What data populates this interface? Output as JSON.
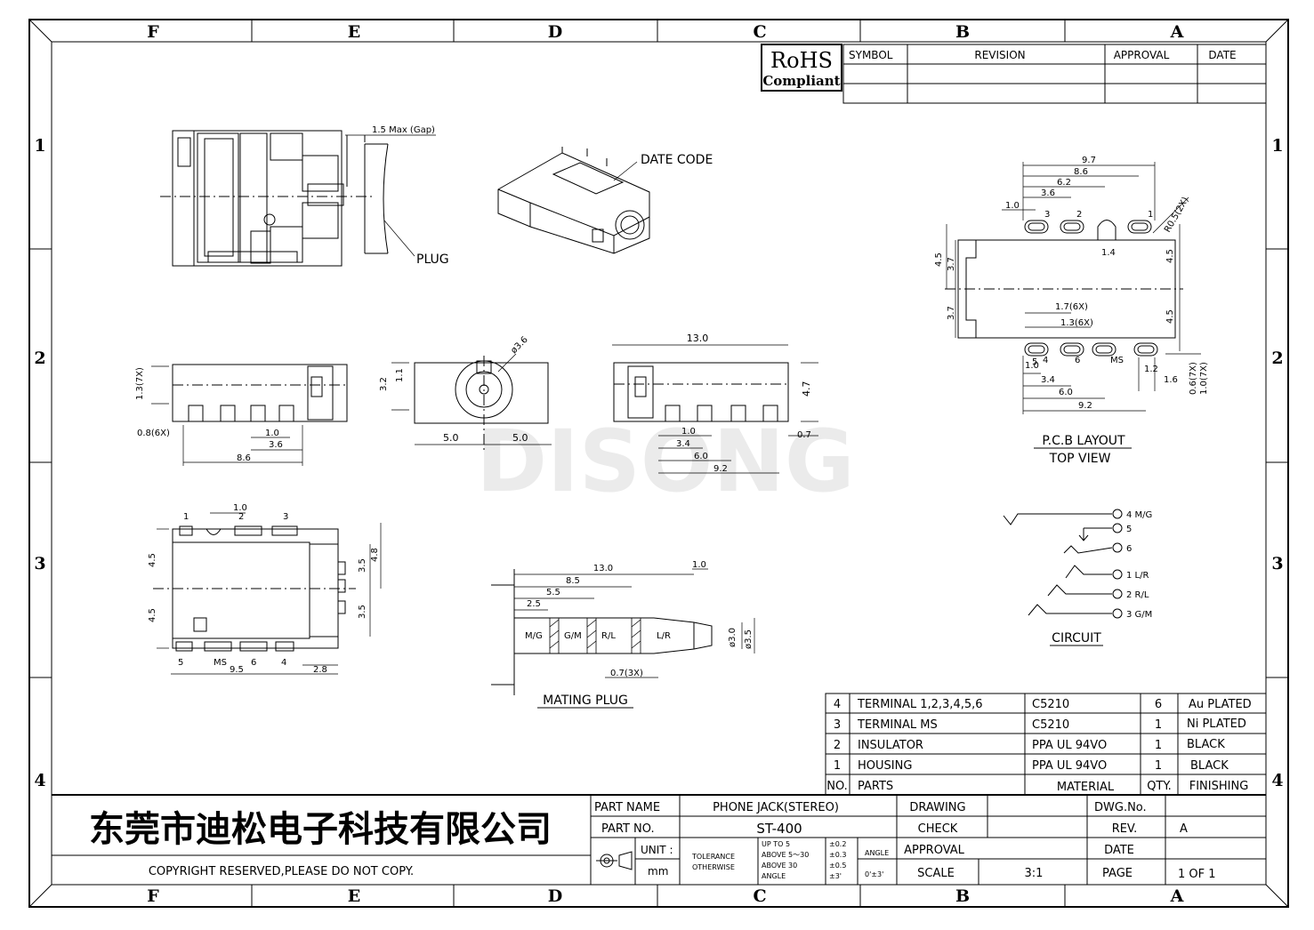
{
  "zones": {
    "cols": [
      "F",
      "E",
      "D",
      "C",
      "B",
      "A"
    ],
    "rows": [
      "1",
      "2",
      "3",
      "4"
    ]
  },
  "rohs": {
    "line1": "RoHS",
    "line2": "Compliant"
  },
  "revision_table": {
    "headers": [
      "SYMBOL",
      "REVISION",
      "APPROVAL",
      "DATE"
    ]
  },
  "watermark": "DISONG",
  "labels": {
    "gap": "1.5 Max (Gap)",
    "plug": "PLUG",
    "date_code": "DATE CODE",
    "pcb_layout": "P.C.B LAYOUT",
    "top_view": "TOP VIEW",
    "circuit": "CIRCUIT",
    "mating_plug": "MATING PLUG"
  },
  "dims": {
    "pcb": [
      "9.7",
      "8.6",
      "6.2",
      "3.6",
      "1.0",
      "R0.5(2X)",
      "1.4",
      "4.5",
      "3.7",
      "4.5",
      "3.7",
      "4.5",
      "1.7(6X)",
      "1.3(6X)",
      "1.0",
      "3.4",
      "6.0",
      "9.2",
      "1.2",
      "1.6",
      "0.6(7X)",
      "1.0(7X)"
    ],
    "pcb_pins": [
      "3",
      "2",
      "1",
      "5",
      "6",
      "MS",
      "4"
    ],
    "front": [
      "1.3(7X)",
      "0.8(6X)",
      "1.0",
      "3.6",
      "8.6"
    ],
    "side": [
      "3.2",
      "1.1",
      "ø3.6",
      "5.0",
      "5.0"
    ],
    "back": [
      "13.0",
      "4.7",
      "1.0",
      "3.4",
      "6.0",
      "9.2",
      "0.7"
    ],
    "bottom": [
      "1.0",
      "1",
      "2",
      "3",
      "4.5",
      "4.5",
      "3.5",
      "4.8",
      "3.5",
      "5",
      "MS",
      "9.5",
      "6",
      "4",
      "2.8"
    ],
    "plug": [
      "13.0",
      "1.0",
      "8.5",
      "5.5",
      "2.5",
      "M/G",
      "G/M",
      "R/L",
      "L/R",
      "ø3.0",
      "ø3.5",
      "0.7(3X)"
    ]
  },
  "circuit_pins": [
    "4 M/G",
    "5",
    "6",
    "1 L/R",
    "2 R/L",
    "3 G/M"
  ],
  "bom": {
    "rows": [
      {
        "no": "4",
        "part": "TERMINAL 1,2,3,4,5,6",
        "material": "C5210",
        "qty": "6",
        "finish": "Au PLATED"
      },
      {
        "no": "3",
        "part": "TERMINAL MS",
        "material": "C5210",
        "qty": "1",
        "finish": "Ni PLATED"
      },
      {
        "no": "2",
        "part": "INSULATOR",
        "material": "PPA UL 94VO",
        "qty": "1",
        "finish": "BLACK"
      },
      {
        "no": "1",
        "part": "HOUSING",
        "material": "PPA UL 94VO",
        "qty": "1",
        "finish": "BLACK"
      }
    ],
    "header": {
      "no": "NO.",
      "part": "PARTS",
      "material": "MATERIAL",
      "qty": "QTY.",
      "finish": "FINISHING"
    }
  },
  "title_block": {
    "company": "东莞市迪松电子科技有限公司",
    "copyright": "COPYRIGHT RESERVED,PLEASE DO NOT COPY.",
    "part_name_label": "PART NAME",
    "part_name": "PHONE JACK(STEREO)",
    "part_no_label": "PART NO.",
    "part_no": "ST-400",
    "unit_label": "UNIT :",
    "unit": "mm",
    "tol_label1": "TOLERANCE",
    "tol_label2": "OTHERWISE",
    "tol": [
      "UP TO 5",
      "ABOVE 5～30",
      "ABOVE 30",
      "ANGLE"
    ],
    "tol_val": [
      "±0.2",
      "±0.3",
      "±0.5",
      "±3'"
    ],
    "angle_label": "ANGLE",
    "angle_val": "0'±3'",
    "drawing": "DRAWING",
    "check": "CHECK",
    "approval": "APPROVAL",
    "scale_label": "SCALE",
    "scale": "3:1",
    "dwg_no": "DWG.No.",
    "rev_label": "REV.",
    "rev": "A",
    "date_label": "DATE",
    "page_label": "PAGE",
    "page": "1 OF 1"
  }
}
